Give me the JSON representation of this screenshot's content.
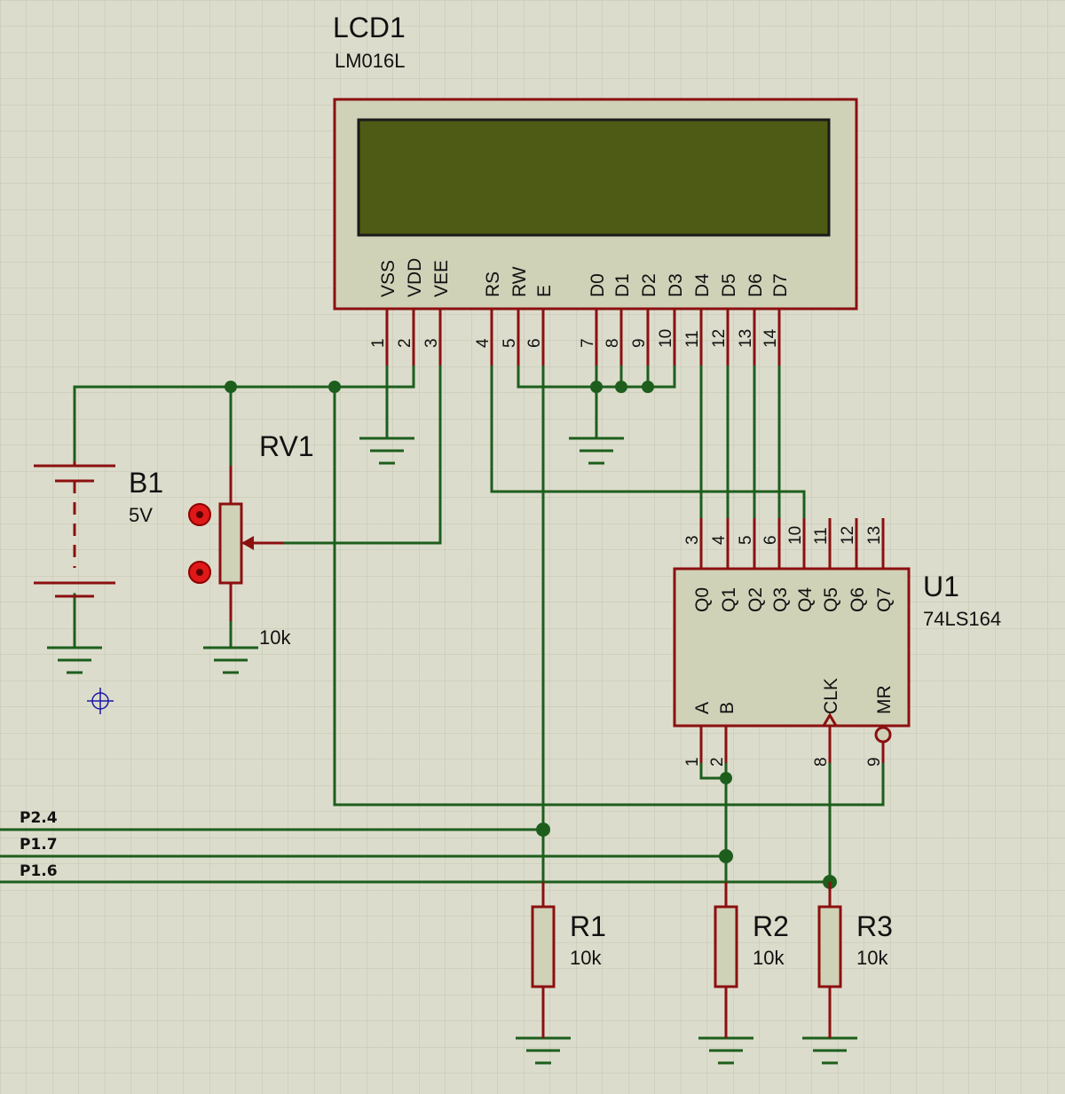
{
  "lcd": {
    "ref": "LCD1",
    "model": "LM016L",
    "pins": [
      {
        "name": "VSS",
        "num": "1"
      },
      {
        "name": "VDD",
        "num": "2"
      },
      {
        "name": "VEE",
        "num": "3"
      },
      {
        "name": "RS",
        "num": "4"
      },
      {
        "name": "RW",
        "num": "5"
      },
      {
        "name": "E",
        "num": "6"
      },
      {
        "name": "D0",
        "num": "7"
      },
      {
        "name": "D1",
        "num": "8"
      },
      {
        "name": "D2",
        "num": "9"
      },
      {
        "name": "D3",
        "num": "10"
      },
      {
        "name": "D4",
        "num": "11"
      },
      {
        "name": "D5",
        "num": "12"
      },
      {
        "name": "D6",
        "num": "13"
      },
      {
        "name": "D7",
        "num": "14"
      }
    ]
  },
  "battery": {
    "ref": "B1",
    "value": "5V"
  },
  "pot": {
    "ref": "RV1",
    "value": "10k"
  },
  "shift_register": {
    "ref": "U1",
    "model": "74LS164",
    "top_pins": [
      {
        "name": "Q0",
        "num": "3"
      },
      {
        "name": "Q1",
        "num": "4"
      },
      {
        "name": "Q2",
        "num": "5"
      },
      {
        "name": "Q3",
        "num": "6"
      },
      {
        "name": "Q4",
        "num": "10"
      },
      {
        "name": "Q5",
        "num": "11"
      },
      {
        "name": "Q6",
        "num": "12"
      },
      {
        "name": "Q7",
        "num": "13"
      }
    ],
    "bottom_pins": [
      {
        "name": "A",
        "num": "1"
      },
      {
        "name": "B",
        "num": "2"
      },
      {
        "name": "CLK",
        "num": "8"
      },
      {
        "name": "MR",
        "num": "9"
      }
    ]
  },
  "resistors": [
    {
      "ref": "R1",
      "value": "10k"
    },
    {
      "ref": "R2",
      "value": "10k"
    },
    {
      "ref": "R3",
      "value": "10k"
    }
  ],
  "nets": [
    "P2.4",
    "P1.7",
    "P1.6"
  ],
  "colors": {
    "background": "#dcdccc",
    "grid": "#c3c3b2",
    "wire": "#1d5e1d",
    "component_outline": "#8b1010",
    "component_fill": "#d0d2b8",
    "lcd_screen": "#4d5b14",
    "probe": "#e01818",
    "marker": "#1a1aa8"
  }
}
